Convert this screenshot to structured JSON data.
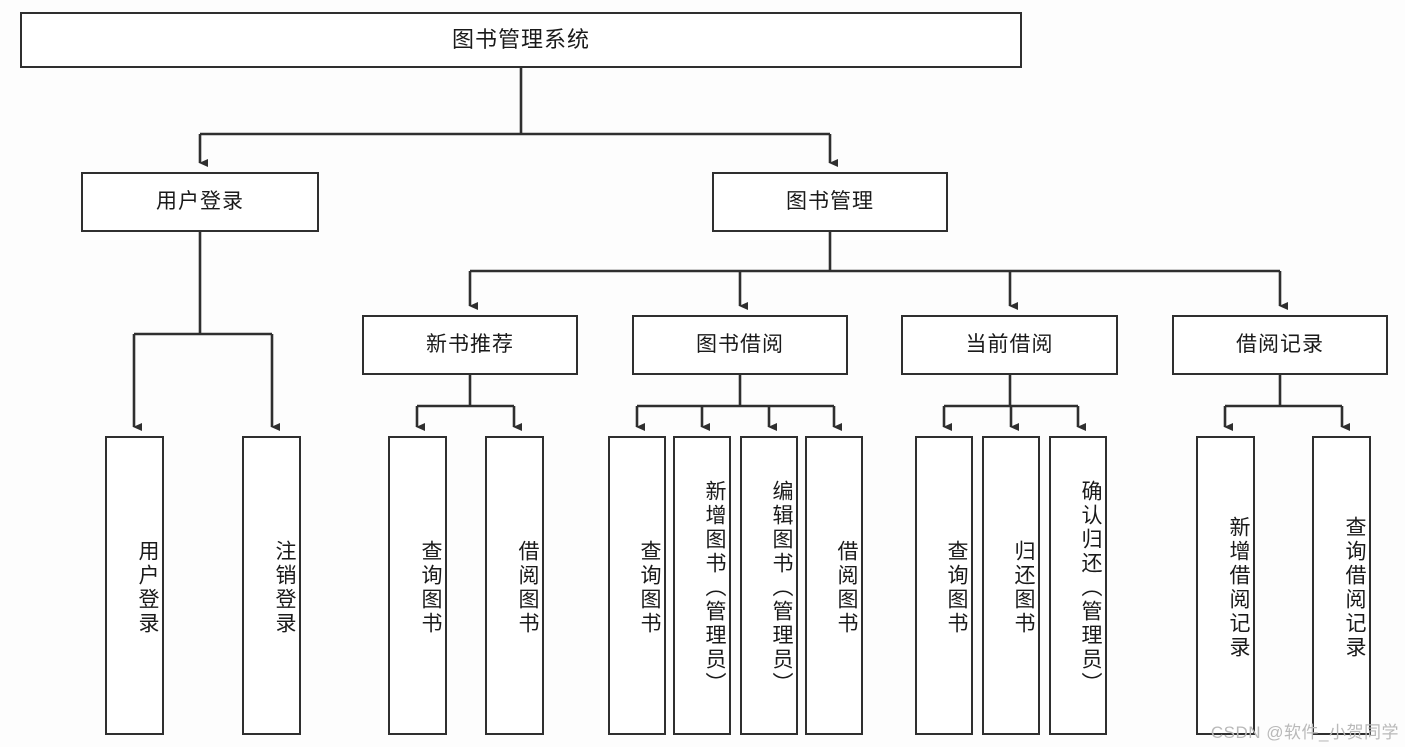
{
  "diagram": {
    "title": "图书管理系统",
    "watermark": "CSDN @软件_小贺同学",
    "colors": {
      "background": "#fdfdfd",
      "box_fill": "#ffffff",
      "box_border": "#2f2f2f",
      "connector": "#2f2f2f",
      "text": "#1a1a1a",
      "watermark": "#b9b9b9"
    },
    "root": {
      "label": "图书管理系统"
    },
    "level1": [
      {
        "label": "用户登录"
      },
      {
        "label": "图书管理"
      }
    ],
    "level2": [
      {
        "label": "新书推荐"
      },
      {
        "label": "图书借阅"
      },
      {
        "label": "当前借阅"
      },
      {
        "label": "借阅记录"
      }
    ],
    "leaves": {
      "user_login": [
        {
          "label": "用户登录"
        },
        {
          "label": "注销登录"
        }
      ],
      "new_book_recommend": [
        {
          "label": "查询图书"
        },
        {
          "label": "借阅图书"
        }
      ],
      "book_borrow": [
        {
          "label": "查询图书"
        },
        {
          "label": "新增图书（管理员）"
        },
        {
          "label": "编辑图书（管理员）"
        },
        {
          "label": "借阅图书"
        }
      ],
      "current_borrow": [
        {
          "label": "查询图书"
        },
        {
          "label": "归还图书"
        },
        {
          "label": "确认归还（管理员）"
        }
      ],
      "borrow_record": [
        {
          "label": "新增借阅记录"
        },
        {
          "label": "查询借阅记录"
        }
      ]
    }
  }
}
